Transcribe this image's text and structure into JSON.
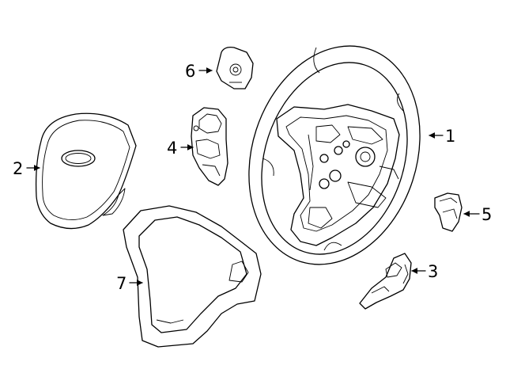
{
  "diagram": {
    "callouts": [
      {
        "id": "c1",
        "label": "1",
        "part": "steering-wheel"
      },
      {
        "id": "c2",
        "label": "2",
        "part": "driver-airbag"
      },
      {
        "id": "c3",
        "label": "3",
        "part": "lower-switch"
      },
      {
        "id": "c4",
        "label": "4",
        "part": "left-switch"
      },
      {
        "id": "c5",
        "label": "5",
        "part": "paddle-switch"
      },
      {
        "id": "c6",
        "label": "6",
        "part": "clip-switch"
      },
      {
        "id": "c7",
        "label": "7",
        "part": "trim-cover"
      }
    ]
  }
}
